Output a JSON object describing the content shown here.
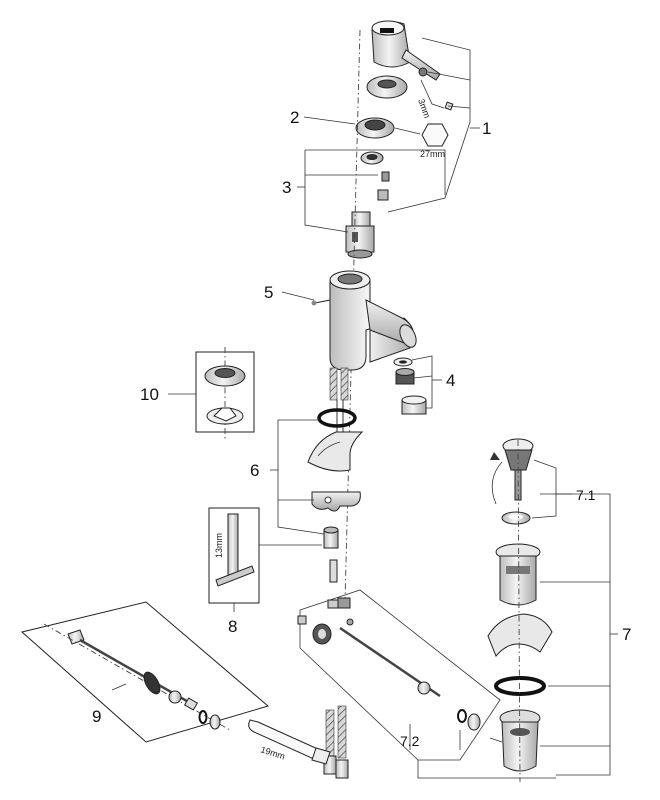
{
  "callouts": {
    "c1": "1",
    "c2": "2",
    "c3": "3",
    "c4": "4",
    "c5": "5",
    "c6": "6",
    "c7": "7",
    "c7_1": "7.1",
    "c7_2": "7.2",
    "c8": "8",
    "c9": "9",
    "c10": "10"
  },
  "tool_labels": {
    "hex_key": "3mm",
    "nut_27": "27mm",
    "wrench_13": "13mm",
    "spanner_19": "19mm"
  },
  "colors": {
    "line": "#333333",
    "part_fill": "#e6e6e6",
    "part_dark": "#9a9a9a",
    "seal": "#111111"
  }
}
